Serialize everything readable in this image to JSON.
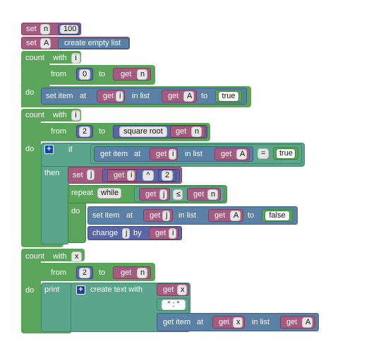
{
  "kw": {
    "set": "set",
    "count": "count",
    "with": "with",
    "from": "from",
    "to": "to",
    "do": "do",
    "if": "if",
    "then": "then",
    "repeat": "repeat",
    "while": "while",
    "change": "change",
    "by": "by",
    "print": "print",
    "get": "get",
    "set_item_at": "set item",
    "get_item_at": "get item",
    "at": "at",
    "in_list": "in list",
    "create_empty_list": "create empty list",
    "square_root": "square root",
    "create_text_with": "create text with",
    "eq": "=",
    "pow": "^",
    "le": "≤"
  },
  "vars": {
    "n": "n",
    "A": "A",
    "i": "i",
    "j": "j",
    "x": "x"
  },
  "values": {
    "n_init": "100",
    "zero": "0",
    "two": "2",
    "true_val": "true",
    "false_val": "false",
    "colon_text": "\" : \""
  },
  "icons": {
    "mutator": "plus-icon"
  },
  "colors": {
    "variable": "#a55b80",
    "list": "#5b80a5",
    "loop": "#5ba55b",
    "logic": "#5ba58c",
    "math": "#5b67a5",
    "text": "#5ba58c"
  }
}
